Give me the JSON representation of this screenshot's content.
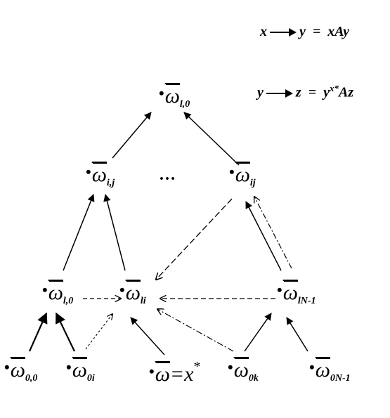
{
  "formulas": {
    "map1": {
      "left": "x",
      "right": "y",
      "equals": "=",
      "value": "xAy"
    },
    "map2": {
      "left": "y",
      "right": "z",
      "equals": "=",
      "value_base": "y",
      "value_sup": "x*",
      "value_tail": "Az"
    }
  },
  "nodes": {
    "top": {
      "symbol": "ω",
      "sub": "l,0"
    },
    "mid_left": {
      "symbol": "ω",
      "sub": "i,j"
    },
    "mid_right": {
      "symbol": "ω",
      "sub": "ij"
    },
    "ellipsis": "…",
    "row3_left": {
      "symbol": "ω",
      "sub": "l,0"
    },
    "row3_mid": {
      "symbol": "ω",
      "sub": "li"
    },
    "row3_right": {
      "symbol": "ω",
      "sub": "lN-1"
    },
    "bottom_00": {
      "symbol": "ω",
      "sub": "0,0"
    },
    "bottom_0i": {
      "symbol": "ω",
      "sub": "0i"
    },
    "bottom_x": {
      "symbol": "ω",
      "eq": "=x",
      "star": "*"
    },
    "bottom_0k": {
      "symbol": "ω",
      "sub": "0k"
    },
    "bottom_0N": {
      "symbol": "ω",
      "sub": "0N-1"
    }
  }
}
